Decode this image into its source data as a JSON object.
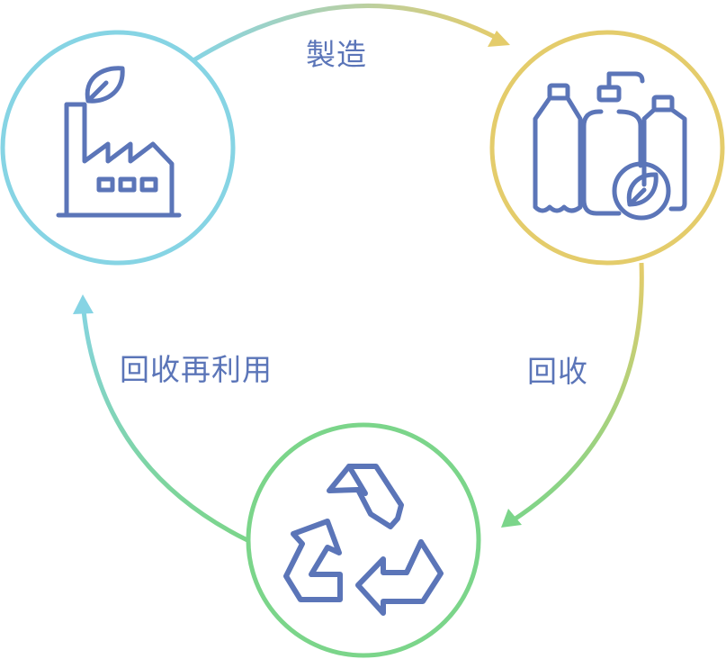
{
  "labels": {
    "manufacturing": "製造",
    "collection": "回收",
    "recycling_reuse": "回收再利用"
  },
  "nodes": [
    {
      "name": "factory",
      "icon": "factory-leaf-icon",
      "ring_color": "#86d4e4"
    },
    {
      "name": "products",
      "icon": "bottles-leaf-icon",
      "ring_color": "#e4cc6b"
    },
    {
      "name": "recycle",
      "icon": "recycle-icon",
      "ring_color": "#7bd58a"
    }
  ],
  "colors": {
    "icon": "#5b75b8",
    "text": "#5b75b8",
    "cyan": "#86d4e4",
    "yellow": "#e4cc6b",
    "green": "#7bd58a"
  }
}
